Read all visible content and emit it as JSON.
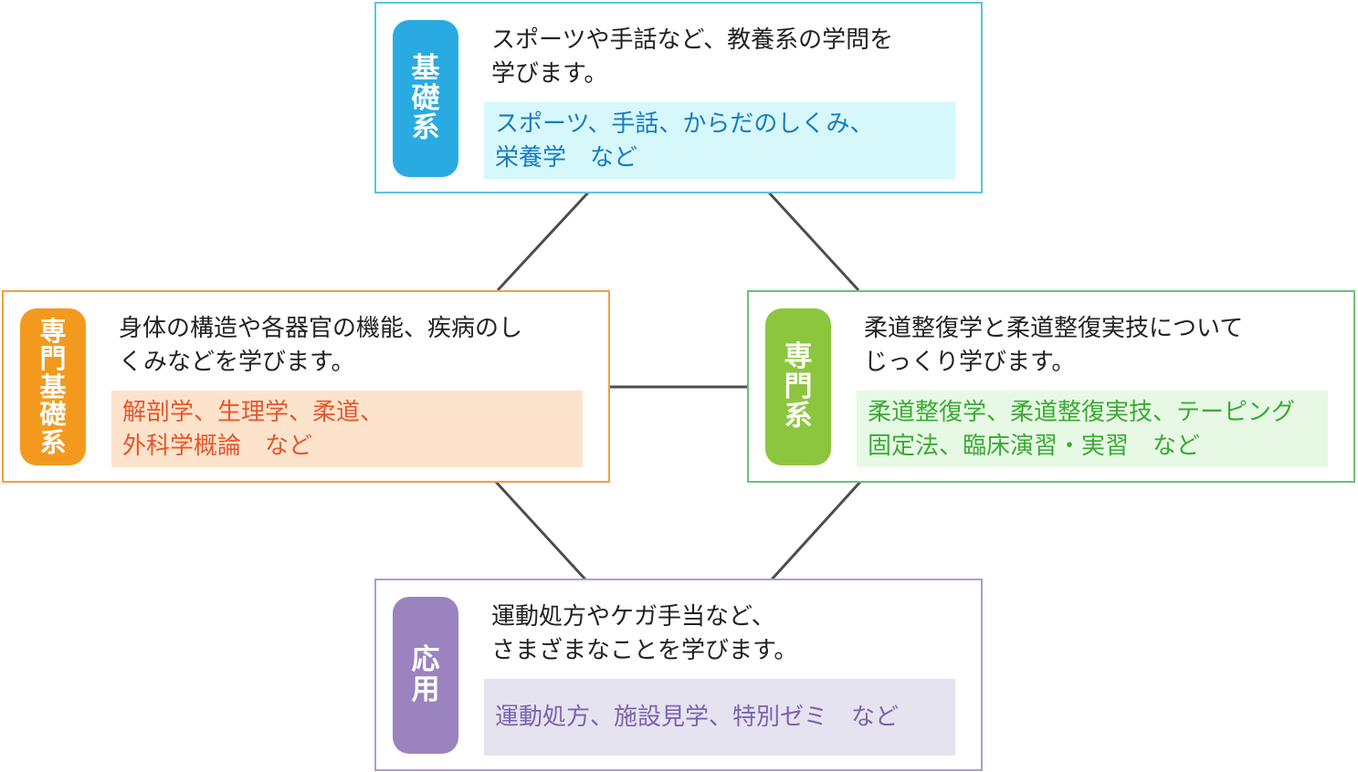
{
  "cards": [
    {
      "id": "kiso",
      "badge": [
        "基",
        "礎",
        "系"
      ],
      "description": "スポーツや手話など、教養系の学問を\n学びます。",
      "examples": "スポーツ、手話、からだのしくみ、\n栄養学　など",
      "colors": {
        "border": "#5ec4e6",
        "badge": "#29abe2",
        "box_bg": "#d6f8fb",
        "box_text": "#1a7bbf"
      }
    },
    {
      "id": "senmon_kiso",
      "badge": [
        "専",
        "門",
        "基",
        "礎",
        "系"
      ],
      "description": "身体の構造や各器官の機能、疾病のし\nくみなどを学びます。",
      "examples": "解剖学、生理学、柔道、\n外科学概論　など",
      "colors": {
        "border": "#f4a03c",
        "badge": "#f39a1e",
        "box_bg": "#fde3cb",
        "box_text": "#e4572e"
      }
    },
    {
      "id": "senmon",
      "badge": [
        "専",
        "門",
        "系"
      ],
      "description": "柔道整復学と柔道整復実技について\nじっくり学びます。",
      "examples": "柔道整復学、柔道整復実技、テーピング\n固定法、臨床演習・実習　など",
      "colors": {
        "border": "#6cc07a",
        "badge": "#8cc63f",
        "box_bg": "#e7f9e4",
        "box_text": "#3aaa35"
      }
    },
    {
      "id": "ouyou",
      "badge": [
        "応",
        "用"
      ],
      "description": "運動処方やケガ手当など、\nさまざまなことを学びます。",
      "examples": "運動処方、施設見学、特別ゼミ　など",
      "colors": {
        "border": "#b09ccb",
        "badge": "#9b83bf",
        "box_bg": "#e6e3f0",
        "box_text": "#7b63b0"
      }
    }
  ],
  "connector_color": "#4d4d4d"
}
